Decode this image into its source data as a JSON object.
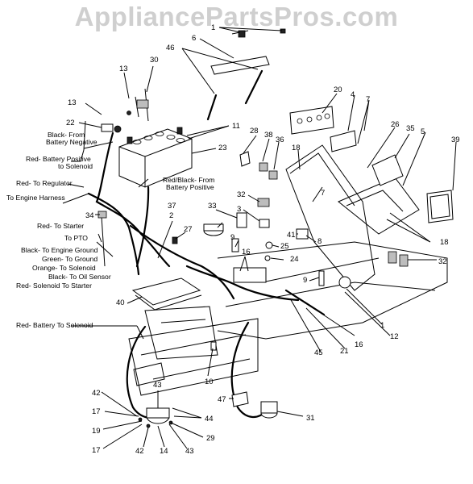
{
  "watermark": "AppliancePartsPros.com",
  "wire_labels": [
    "Black- From",
    "Battery Negative",
    "Red- Battery Positive",
    "to Solenoid",
    "Red/Black- From",
    "Battery Positive",
    "Red- To Regulator",
    "To Engine Harness",
    "Red- To Starter",
    "To PTO",
    "Black- To Engine Ground",
    "Green- To Ground",
    "Orange- To Solenoid",
    "Black- To Oil Sensor",
    "Red- Solenoid To Starter",
    "Red- Battery To Solenoid"
  ],
  "part_numbers": [
    "1",
    "6",
    "46",
    "13",
    "30",
    "13",
    "22",
    "11",
    "23",
    "20",
    "4",
    "7",
    "26",
    "35",
    "5",
    "39",
    "28",
    "38",
    "36",
    "18",
    "7",
    "32",
    "33",
    "3",
    "41",
    "8",
    "18",
    "37",
    "27",
    "9",
    "16",
    "25",
    "24",
    "32",
    "2",
    "34",
    "40",
    "9",
    "1",
    "12",
    "16",
    "21",
    "45",
    "10",
    "47",
    "31",
    "42",
    "17",
    "19",
    "17",
    "42",
    "14",
    "43",
    "43",
    "44",
    "29"
  ]
}
